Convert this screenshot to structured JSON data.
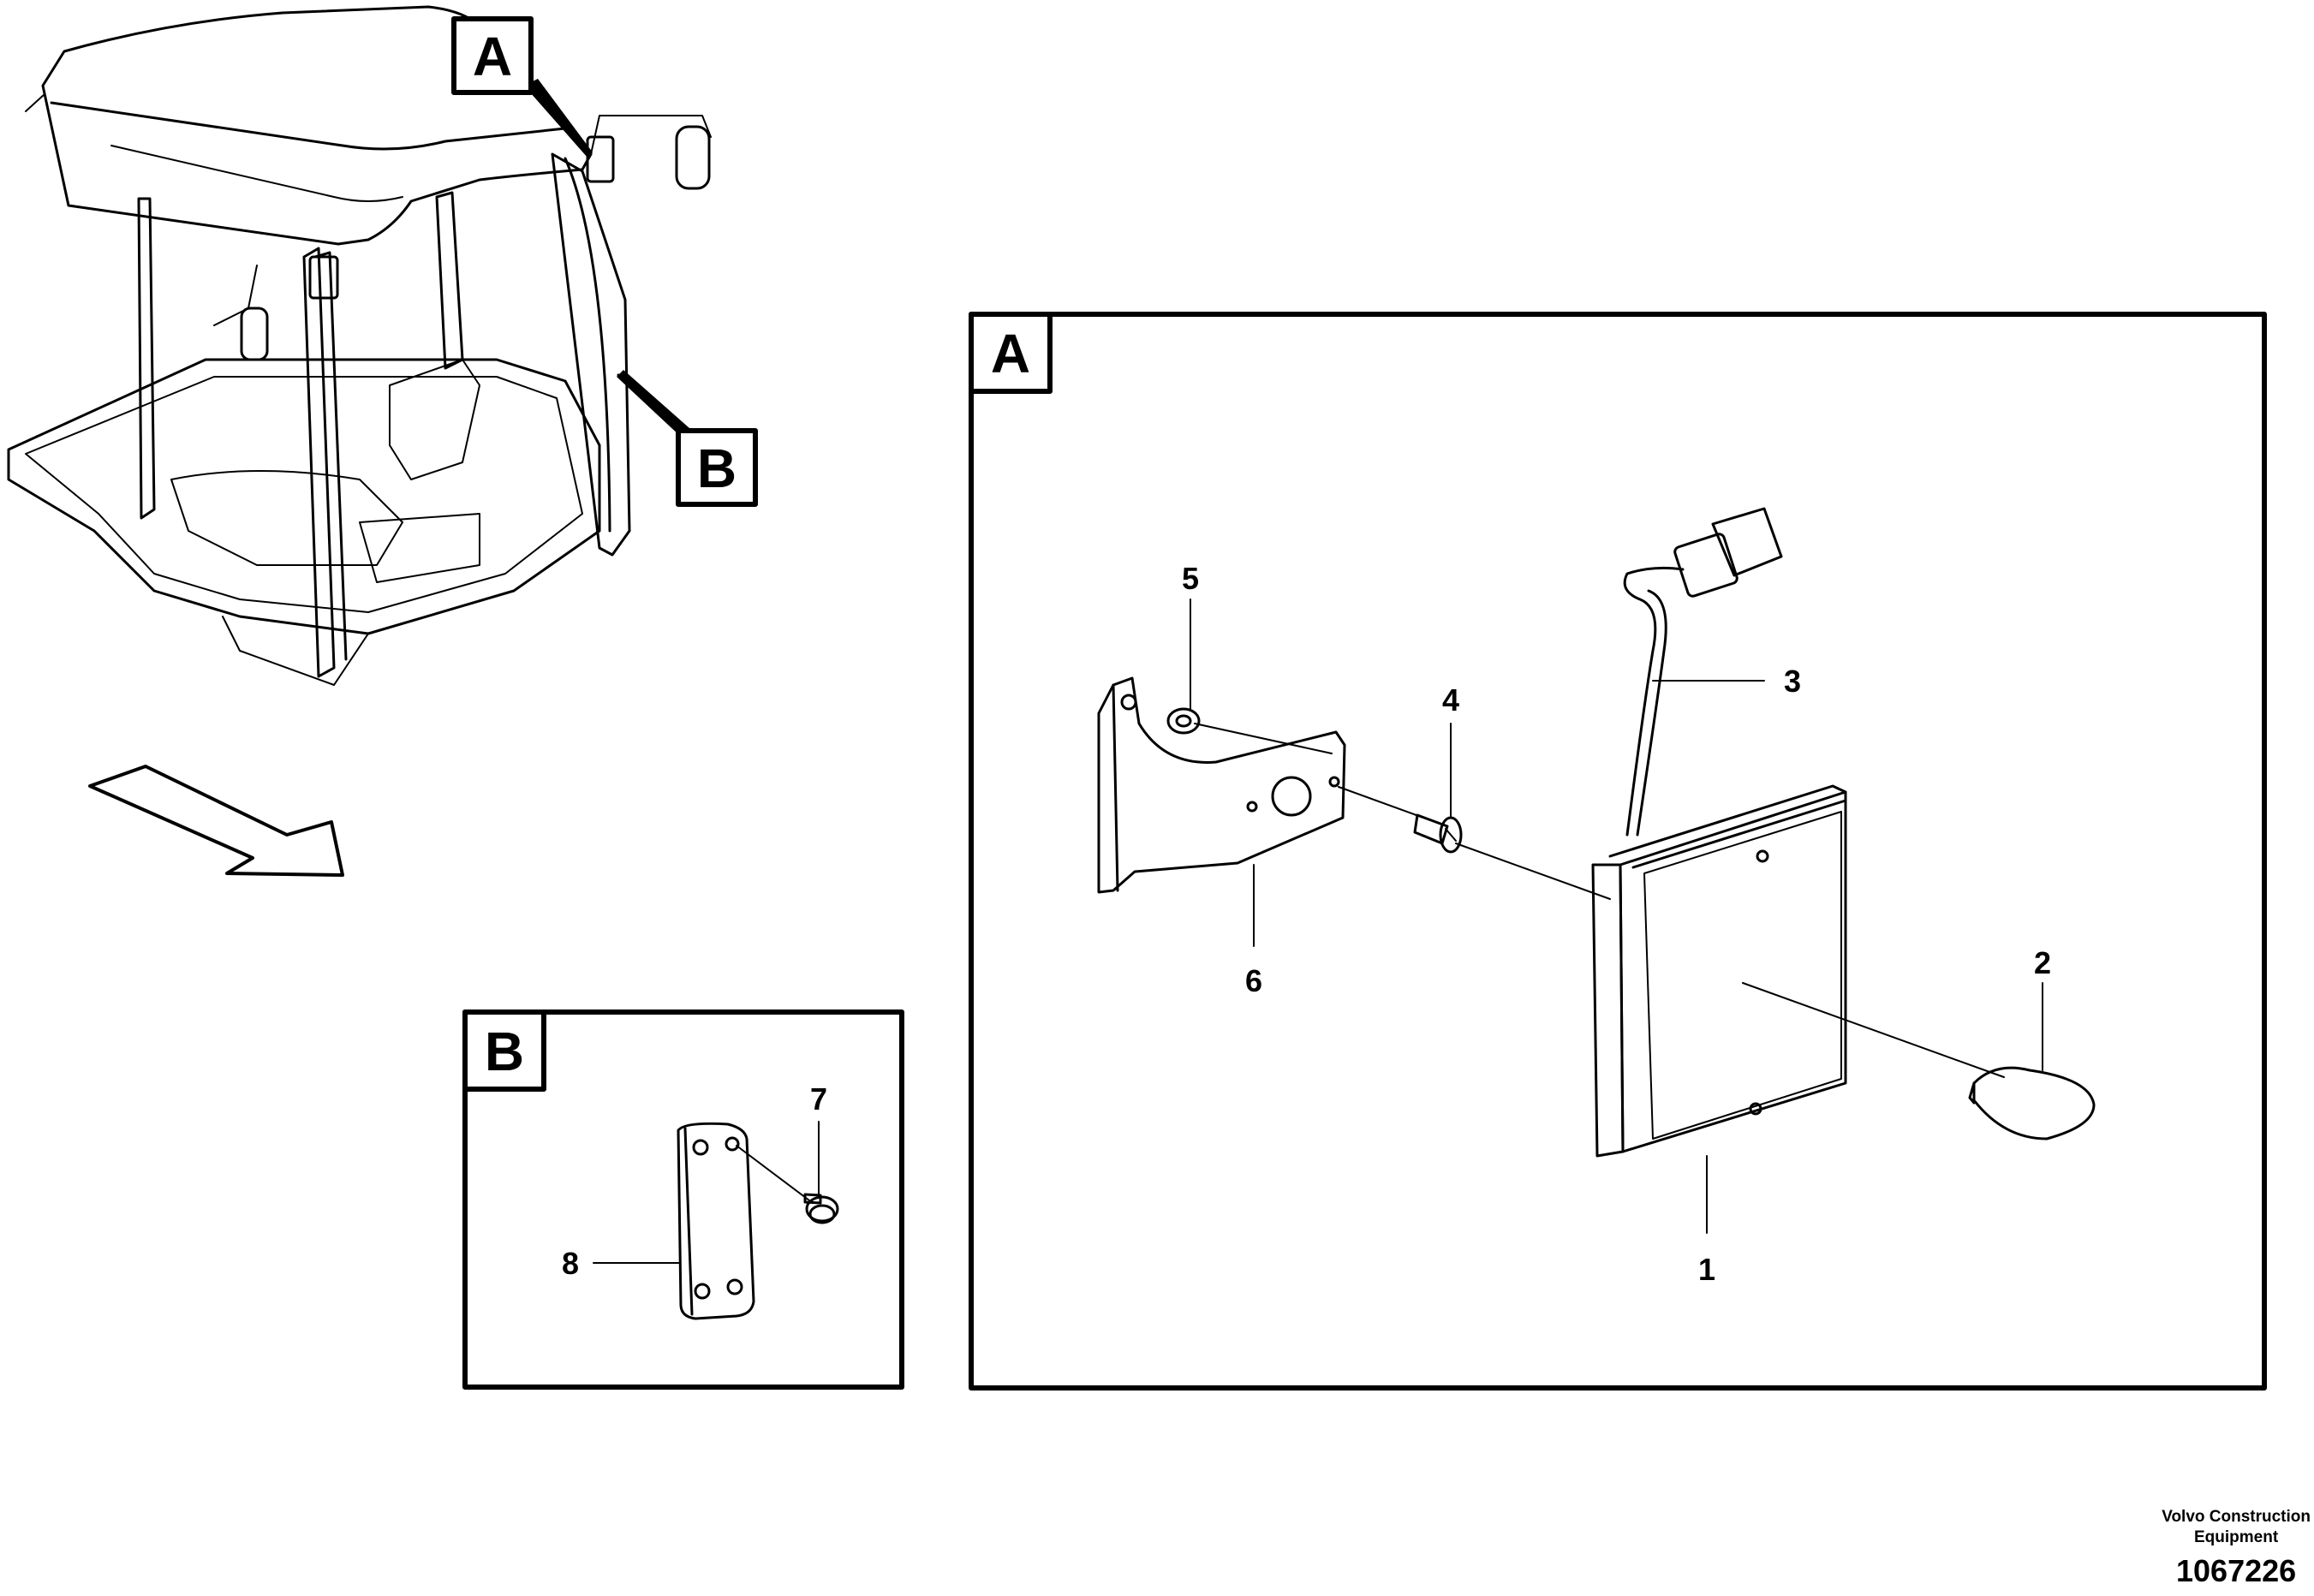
{
  "overview": {
    "view_a_marker": "A",
    "view_b_marker": "B"
  },
  "detail_a": {
    "letter": "A",
    "callouts": {
      "c1": "1",
      "c2": "2",
      "c3": "3",
      "c4": "4",
      "c5": "5",
      "c6": "6"
    }
  },
  "detail_b": {
    "letter": "B",
    "callouts": {
      "c7": "7",
      "c8": "8"
    }
  },
  "footer": {
    "brand_line1": "Volvo Construction",
    "brand_line2": "Equipment",
    "drawing_number": "1067226"
  }
}
